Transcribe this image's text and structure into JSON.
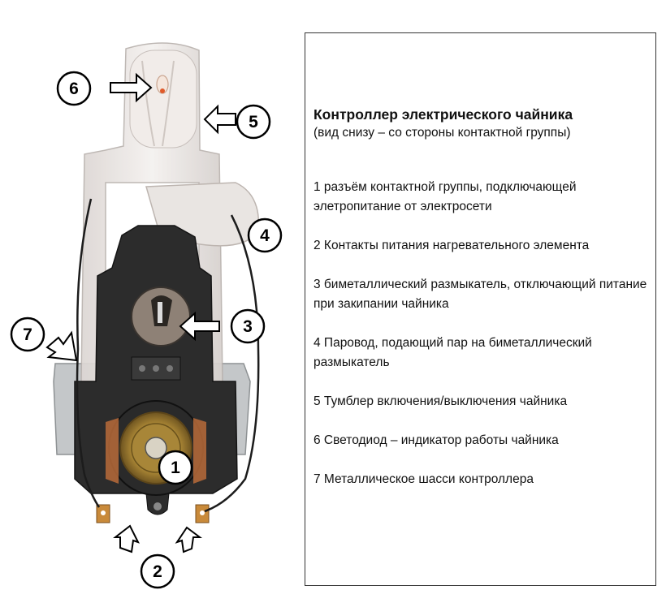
{
  "legend": {
    "title": "Контроллер электрического чайника",
    "subtitle": "(вид снизу – со стороны контактной группы)",
    "items": [
      "1 разъём контактной группы, подключающей элетропитание от электросети",
      "2 Контакты питания нагревательного элемента",
      "3 биметаллический размыкатель, отключающий питание при закипании чайника",
      "4 Паровод, подающий пар на биметаллический размыкатель",
      "5 Тумблер включения/выключения чайника",
      "6 Светодиод – индикатор работы чайника",
      "7 Металлическое шасси контроллера"
    ]
  },
  "callouts": [
    "1",
    "2",
    "3",
    "4",
    "5",
    "6",
    "7"
  ],
  "colors": {
    "plastic_clear": "#eeeae8",
    "plastic_black": "#2a2a2a",
    "metal_chassis": "#c4c7c9",
    "brass": "#b8923a",
    "terminal": "#c98a3a"
  }
}
